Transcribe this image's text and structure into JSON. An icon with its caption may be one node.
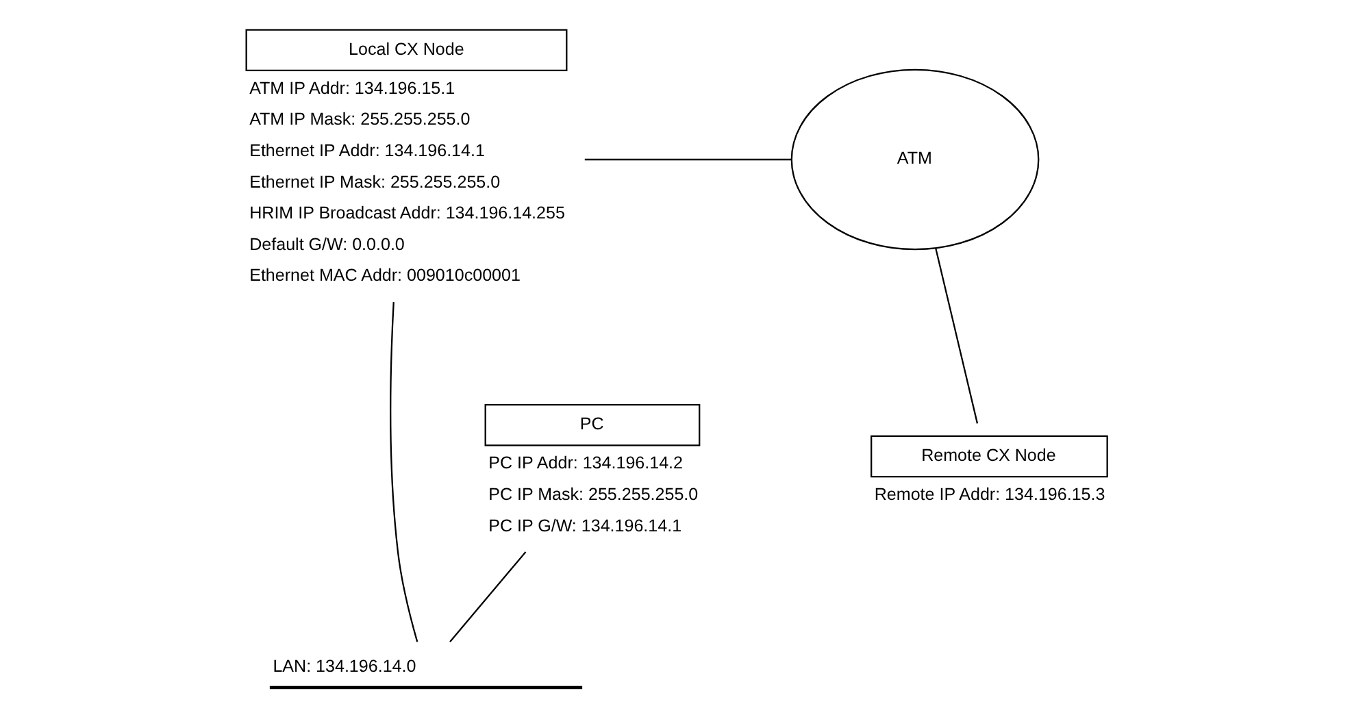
{
  "diagram": {
    "nodes": [
      {
        "text": [
          "Local CX Node"
        ],
        "beside": [
          "ATM IP Addr: 134.196.15.1",
          "ATM IP Mask: 255.255.255.0",
          "Ethernet IP Addr: 134.196.14.1",
          "Ethernet IP Mask: 255.255.255.0",
          "HRIM IP Broadcast Addr: 134.196.14.255",
          "Default G/W: 0.0.0.0",
          "Ethernet MAC Addr: 009010c00001"
        ]
      },
      {
        "text": [
          "ATM"
        ]
      },
      {
        "text": [],
        "shape": "bar",
        "beside": [
          "LAN: 134.196.14.0"
        ]
      },
      {
        "text": [
          "PC"
        ],
        "beside": [
          "PC IP Addr: 134.196.14.2",
          "PC IP Mask: 255.255.255.0",
          "PC IP G/W: 134.196.14.1"
        ]
      },
      {
        "text": [
          "Remote CX Node"
        ],
        "beside": [
          "Remote IP Addr: 134.196.15.3"
        ]
      }
    ],
    "edges": [
      {
        "from": 0,
        "to": 1,
        "arrow": "none"
      },
      {
        "from": 1,
        "to": 4,
        "arrow": "none"
      },
      {
        "from": 0,
        "to": 2,
        "arrow": "none"
      },
      {
        "from": 3,
        "to": 2,
        "arrow": "none"
      }
    ]
  }
}
